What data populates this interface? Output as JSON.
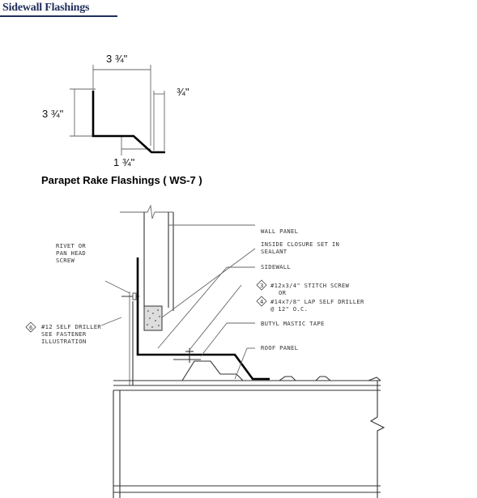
{
  "header": {
    "title": "Sidewall Flashings"
  },
  "profile": {
    "dim_top": "3 ¾\"",
    "dim_left": "3 ¾\"",
    "dim_right": "¾\"",
    "dim_bottom": "1 ¾\""
  },
  "section": {
    "title": "Parapet Rake Flashings ( WS-7 )"
  },
  "callouts": {
    "wall_panel": "WALL PANEL",
    "closure_1": "INSIDE CLOSURE SET IN",
    "closure_2": "SEALANT",
    "sidewall": "SIDEWALL",
    "stitch_num": "3",
    "stitch": "#12x3/4\" STITCH SCREW",
    "or": "OR",
    "lap_num": "4",
    "lap_1": "#14x7/8\" LAP SELF DRILLER",
    "lap_2": "@ 12\" O.C.",
    "butyl": "BUTYL MASTIC TAPE",
    "roof_panel": "ROOF PANEL",
    "rivet_1": "RIVET OR",
    "rivet_2": "PAN HEAD",
    "rivet_3": "SCREW",
    "driller_num": "6",
    "driller_1": "#12 SELF DRILLER",
    "driller_2": "SEE FASTENER",
    "driller_3": "ILLUSTRATION"
  }
}
